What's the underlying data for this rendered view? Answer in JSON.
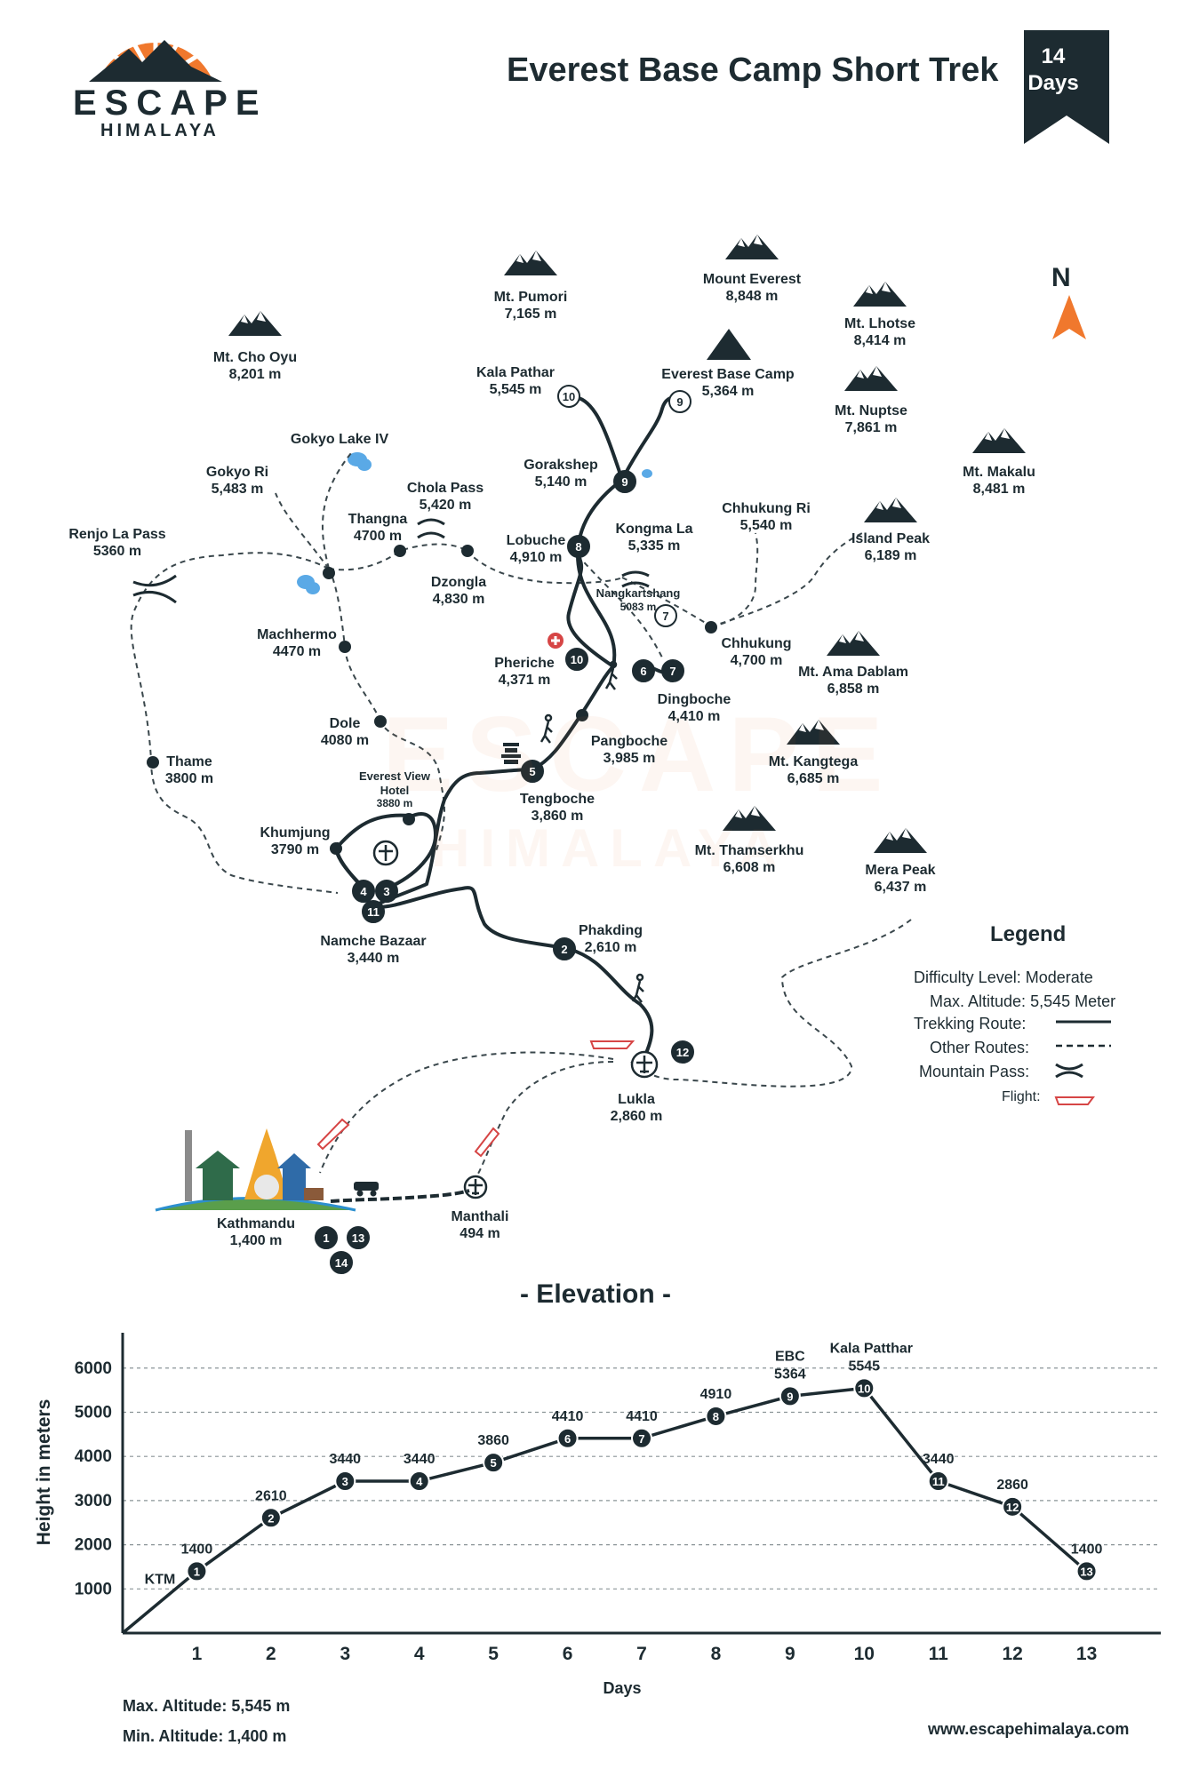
{
  "brand": {
    "name": "ESCAPE",
    "sub": "HIMALAYA",
    "orange": "#f0782d",
    "dark": "#1d2b31"
  },
  "title": "Everest Base Camp Short Trek",
  "days_badge": {
    "number": "14",
    "label": "Days"
  },
  "compass": {
    "label": "N"
  },
  "peaks": [
    {
      "name": "Mt. Pumori",
      "alt": "7,165 m"
    },
    {
      "name": "Mount Everest",
      "alt": "8,848 m"
    },
    {
      "name": "Mt. Lhotse",
      "alt": "8,414 m"
    },
    {
      "name": "Mt. Cho Oyu",
      "alt": "8,201 m"
    },
    {
      "name": "Mt. Nuptse",
      "alt": "7,861 m"
    },
    {
      "name": "Mt. Makalu",
      "alt": "8,481 m"
    },
    {
      "name": "Island Peak",
      "alt": "6,189 m"
    },
    {
      "name": "Mt. Ama Dablam",
      "alt": "6,858 m"
    },
    {
      "name": "Mt. Kangtega",
      "alt": "6,685 m"
    },
    {
      "name": "Mt. Thamserkhu",
      "alt": "6,608 m"
    },
    {
      "name": "Mera Peak",
      "alt": "6,437 m"
    }
  ],
  "places": [
    {
      "name": "Kala Pathar",
      "alt": "5,545 m"
    },
    {
      "name": "Everest Base Camp",
      "alt": "5,364 m"
    },
    {
      "name": "Gokyo Lake IV",
      "alt": ""
    },
    {
      "name": "Gorakshep",
      "alt": "5,140 m"
    },
    {
      "name": "Gokyo Ri",
      "alt": "5,483 m"
    },
    {
      "name": "Chola Pass",
      "alt": "5,420 m"
    },
    {
      "name": "Chhukung Ri",
      "alt": "5,540 m"
    },
    {
      "name": "Thangna",
      "alt": "4700 m"
    },
    {
      "name": "Lobuche",
      "alt": "4,910 m"
    },
    {
      "name": "Kongma La",
      "alt": "5,335 m"
    },
    {
      "name": "Renjo La Pass",
      "alt": "5360 m"
    },
    {
      "name": "Dzongla",
      "alt": "4,830 m"
    },
    {
      "name": "Nangkartshang",
      "alt": "5083 m"
    },
    {
      "name": "Machhermo",
      "alt": "4470 m"
    },
    {
      "name": "Chhukung",
      "alt": "4,700 m"
    },
    {
      "name": "Pheriche",
      "alt": "4,371 m"
    },
    {
      "name": "Dingboche",
      "alt": "4,410 m"
    },
    {
      "name": "Dole",
      "alt": "4080 m"
    },
    {
      "name": "Pangboche",
      "alt": "3,985 m"
    },
    {
      "name": "Thame",
      "alt": "3800 m"
    },
    {
      "name": "Everest View Hotel",
      "alt": "3880 m"
    },
    {
      "name": "Tengboche",
      "alt": "3,860 m"
    },
    {
      "name": "Khumjung",
      "alt": "3790 m"
    },
    {
      "name": "Namche Bazaar",
      "alt": "3,440 m"
    },
    {
      "name": "Phakding",
      "alt": "2,610 m"
    },
    {
      "name": "Lukla",
      "alt": "2,860 m"
    },
    {
      "name": "Kathmandu",
      "alt": "1,400 m"
    },
    {
      "name": "Manthali",
      "alt": "494 m"
    }
  ],
  "day_markers": [
    "1",
    "2",
    "3",
    "4",
    "5",
    "6",
    "7",
    "8",
    "9",
    "10",
    "11",
    "12",
    "13",
    "14"
  ],
  "legend": {
    "title": "Legend",
    "rows": [
      {
        "label": "Difficulty Level:",
        "value": "Moderate"
      },
      {
        "label": "Max. Altitude:",
        "value": "5,545 Meter"
      },
      {
        "label": "Trekking Route:",
        "value": ""
      },
      {
        "label": "Other Routes:",
        "value": ""
      },
      {
        "label": "Mountain Pass:",
        "value": ""
      },
      {
        "label": "Flight:",
        "value": ""
      }
    ]
  },
  "elevation": {
    "heading": "- Elevation -",
    "ylabel": "Height in meters",
    "xlabel": "Days",
    "footer_max": "Max. Altitude: 5,545 m",
    "footer_min": "Min. Altitude: 1,400 m",
    "website": "www.escapehimalaya.com"
  },
  "chart_data": {
    "type": "line",
    "title": "- Elevation -",
    "xlabel": "Days",
    "ylabel": "Height in meters",
    "x": [
      1,
      2,
      3,
      4,
      5,
      6,
      7,
      8,
      9,
      10,
      11,
      12,
      13
    ],
    "values": [
      1400,
      2610,
      3440,
      3440,
      3860,
      4410,
      4410,
      4910,
      5364,
      5545,
      3440,
      2860,
      1400
    ],
    "value_labels": [
      "1400",
      "2610",
      "3440",
      "3440",
      "3860",
      "4410",
      "4410",
      "4910",
      "5364",
      "5545",
      "3440",
      "2860",
      "1400"
    ],
    "point_tags": [
      "",
      "",
      "",
      "",
      "",
      "",
      "",
      "",
      "EBC",
      "Kala Patthar",
      "",
      "",
      ""
    ],
    "start_tag": "KTM",
    "yticks": [
      1000,
      2000,
      3000,
      4000,
      5000,
      6000
    ],
    "ylim": [
      0,
      6800
    ],
    "xlim": [
      0,
      14
    ],
    "grid": "horizontal dashed",
    "line_color": "#1d2b31"
  }
}
